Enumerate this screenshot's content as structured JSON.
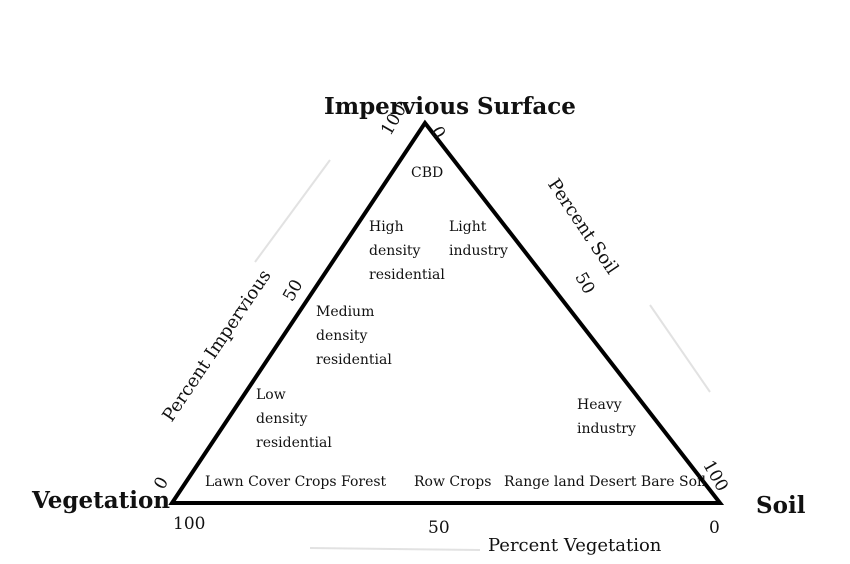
{
  "vertices": {
    "top": "Impervious Surface",
    "left": "Vegetation",
    "right": "Soil"
  },
  "axes": {
    "left": "Percent Impervious",
    "right": "Percent Soil",
    "bottom": "Percent Vegetation"
  },
  "ticks": {
    "top_100": "100",
    "top_0": "0",
    "left_50": "50",
    "left_0": "0",
    "right_50": "50",
    "right_100": "100",
    "bottom_100": "100",
    "bottom_50": "50",
    "bottom_0": "0"
  },
  "zones": {
    "cbd": "CBD",
    "high_density": [
      "High",
      "density",
      "residential"
    ],
    "light_industry": [
      "Light",
      "industry"
    ],
    "medium_density": [
      "Medium",
      "density",
      "residential"
    ],
    "low_density": [
      "Low",
      "density",
      "residential"
    ],
    "heavy_industry": [
      "Heavy",
      "industry"
    ],
    "lawn": "Lawn Cover Crops Forest",
    "row_crops": "Row Crops",
    "range": "Range land Desert Bare Soil"
  }
}
